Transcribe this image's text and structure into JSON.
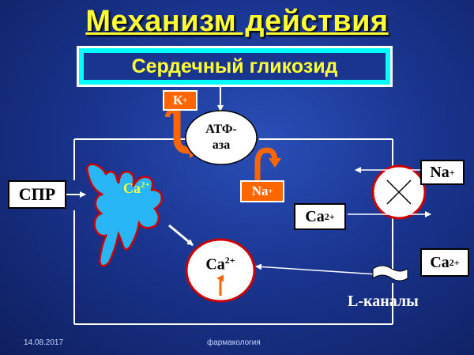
{
  "title": "Механизм действия",
  "drug": "Сердечный гликозид",
  "k_ion": "К",
  "k_charge": "+",
  "atpase_line1": "АТФ-",
  "atpase_line2": "аза",
  "na_pump": "Na",
  "na_pump_charge": "+",
  "na_out": "Na",
  "na_out_charge": "+",
  "spr": "СПР",
  "ca_sr": "Ca",
  "ca_sr_charge": "2+",
  "ca_exchanger": "Ca",
  "ca_exchanger_charge": "2+",
  "ca_extracellular": "Ca",
  "ca_extracellular_charge": "2+",
  "ca_cytosol": "Ca",
  "ca_cytosol_charge": "2+",
  "l_channels": "L-каналы",
  "footer": {
    "date": "14.08.2017",
    "subject": "фармакология"
  },
  "colors": {
    "title": "#ffff33",
    "drug_frame": "#00ffff",
    "orange": "#ff6600",
    "sr_fill": "#29b6f6",
    "circle_border": "#cc0000"
  }
}
